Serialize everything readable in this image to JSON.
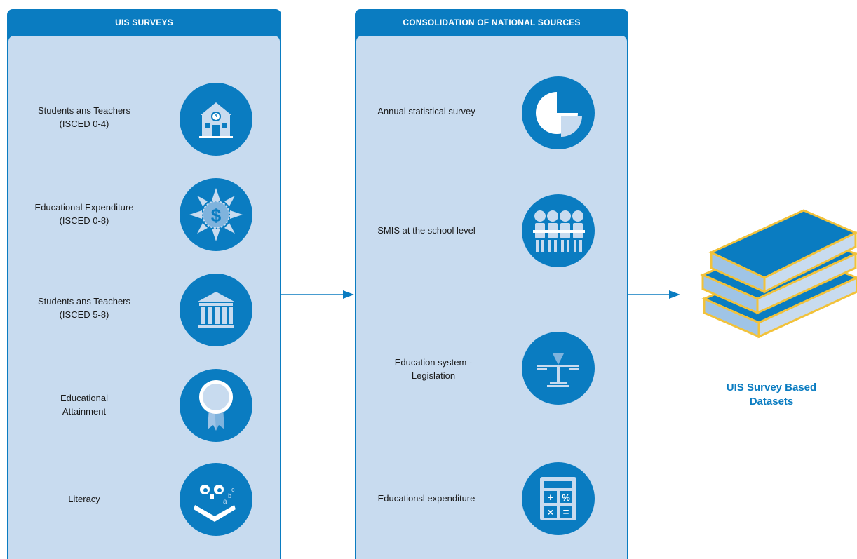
{
  "left_panel": {
    "title": "UIS SURVEYS",
    "items": [
      {
        "label": "Students ans Teachers\n(ISCED 0-4)",
        "icon": "school-building-icon"
      },
      {
        "label": "Educational Expenditure\n(ISCED 0-8)",
        "icon": "dollar-compass-icon"
      },
      {
        "label": "Students ans Teachers\n(ISCED 5-8)",
        "icon": "university-building-icon"
      },
      {
        "label": "Educational\nAttainment",
        "icon": "award-ribbon-icon"
      },
      {
        "label": "Literacy",
        "icon": "literacy-face-icon"
      }
    ]
  },
  "middle_panel": {
    "title": "CONSOLIDATION OF NATIONAL SOURCES",
    "items": [
      {
        "label": "Annual statistical survey",
        "icon": "pie-chart-icon"
      },
      {
        "label": "SMIS at the school level",
        "icon": "students-group-icon"
      },
      {
        "label": "Education system -\nLegislation",
        "icon": "balance-scale-icon"
      },
      {
        "label": "Educationsl expenditure",
        "icon": "calculator-icon"
      }
    ]
  },
  "output": {
    "label": "UIS Survey Based\nDatasets",
    "icon": "stacked-books-icon"
  },
  "colors": {
    "primary": "#0a7cc1",
    "panel_fill": "#c8dbef",
    "book_edge": "#f2c23a"
  }
}
